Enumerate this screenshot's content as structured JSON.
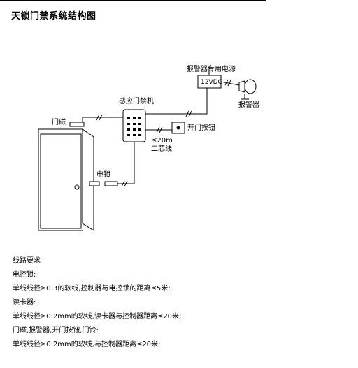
{
  "title": "天锁门禁系统结构图",
  "labels": {
    "alarm_power": "报警器专用电源",
    "power_box": "12VDC",
    "alarm": "报警器",
    "reader": "感应门禁机",
    "exit_button": "开门按钮",
    "cable_spec_1": "≤20m",
    "cable_spec_2": "二芯线",
    "door_sensor": "门磁",
    "electric_lock": "电锁"
  },
  "notes": [
    "线路要求",
    "电控锁:",
    "单线线径≥0.3的软线,控制器与电控锁的距离≤5米;",
    "读卡器:",
    "单线线径≥0.2mm的软线,读卡器与控制器距离≤20米;",
    "门磁,报警器,开门按钮,门铃:",
    "单线线径≥0.2mm的软线,与控制器距离≤20米;"
  ]
}
